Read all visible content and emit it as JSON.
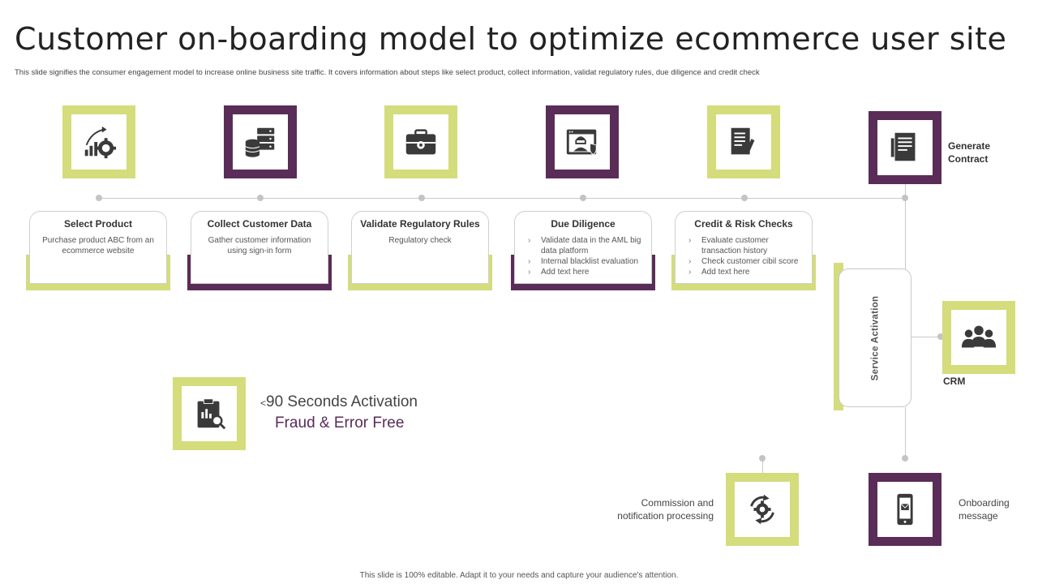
{
  "title": "Customer on-boarding model to optimize ecommerce user site",
  "subtitle": "This slide signifies the consumer engagement model to increase online business site traffic. It covers information about steps like select product, collect information, validat regulatory rules, due diligence and credit check",
  "steps": [
    {
      "title": "Select Product",
      "description": "Purchase product ABC from an ecommerce website",
      "icon": "growth-gear-icon",
      "color": "#d4dc7c"
    },
    {
      "title": "Collect Customer Data",
      "description": "Gather customer information using sign-in form",
      "icon": "database-server-icon",
      "color": "#5a2c58"
    },
    {
      "title": "Validate Regulatory Rules",
      "description": "Regulatory check",
      "icon": "toolbox-gear-icon",
      "color": "#d4dc7c"
    },
    {
      "title": "Due Diligence",
      "bullets": [
        "Validate data in the AML big data platform",
        "Internal blacklist evaluation",
        "Add text here"
      ],
      "icon": "hacker-shield-icon",
      "color": "#5a2c58"
    },
    {
      "title": "Credit & Risk Checks",
      "bullets": [
        "Evaluate customer transaction history",
        "Check customer cibil score",
        "Add text here"
      ],
      "icon": "document-pen-icon",
      "color": "#d4dc7c"
    }
  ],
  "generate_contract": {
    "label": "Generate Contract",
    "icon": "contract-document-icon"
  },
  "service_activation": {
    "label": "Service Activation"
  },
  "crm": {
    "label": "CRM",
    "icon": "people-group-icon"
  },
  "activation": {
    "line1_prefix": "<",
    "line1": "90 Seconds Activation",
    "line2": "Fraud & Error Free",
    "icon": "clipboard-search-icon"
  },
  "commission": {
    "label": "Commission and notification processing",
    "icon": "cycle-gear-icon"
  },
  "onboarding": {
    "label": "Onboarding message",
    "icon": "mobile-message-icon"
  },
  "footer": "This slide is 100% editable. Adapt it to your needs and capture your audience's attention.",
  "colors": {
    "accent_green": "#d4dc7c",
    "accent_purple": "#5a2c58",
    "connector": "#c9c9c9"
  }
}
